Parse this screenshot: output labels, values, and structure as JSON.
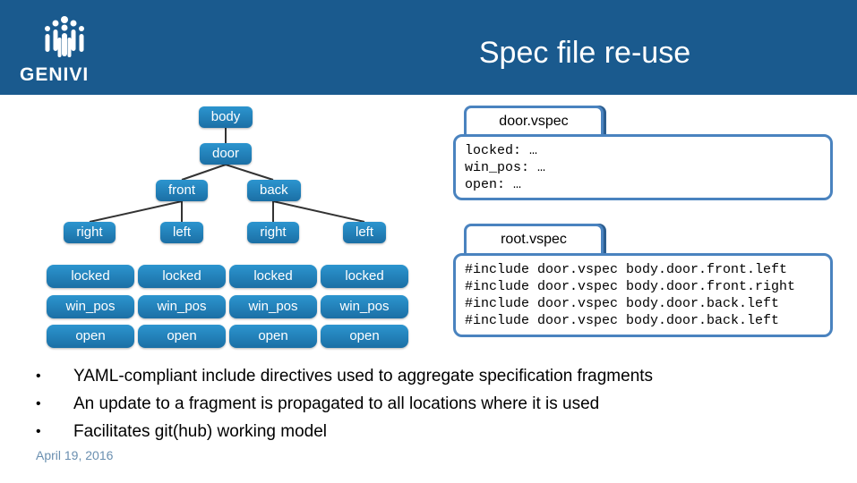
{
  "header": {
    "title": "Spec file re-use",
    "logo_text": "GENIVI"
  },
  "tree": {
    "root": "body",
    "level1": "door",
    "level2": [
      "front",
      "back"
    ],
    "level3": [
      "right",
      "left",
      "right",
      "left"
    ],
    "attributes": [
      [
        "locked",
        "locked",
        "locked",
        "locked"
      ],
      [
        "win_pos",
        "win_pos",
        "win_pos",
        "win_pos"
      ],
      [
        "open",
        "open",
        "open",
        "open"
      ]
    ]
  },
  "door_spec": {
    "tab_label": "door.vspec",
    "lines": [
      "locked: …",
      "win_pos: …",
      "open: …"
    ]
  },
  "root_spec": {
    "tab_label": "root.vspec",
    "lines": [
      "#include door.vspec body.door.front.left",
      "#include door.vspec body.door.front.right",
      "#include door.vspec body.door.back.left",
      "#include door.vspec body.door.back.left"
    ]
  },
  "bullets": [
    "YAML-compliant include directives used to aggregate specification fragments",
    "An update to a fragment is propagated to all locations where it is used",
    "Facilitates git(hub) working model"
  ],
  "bullet_marker": "•",
  "footer": {
    "date": "April 19, 2016"
  },
  "colors": {
    "header": "#1a5a8e",
    "node": "#1f7ab5",
    "box_border": "#4a83bf"
  }
}
